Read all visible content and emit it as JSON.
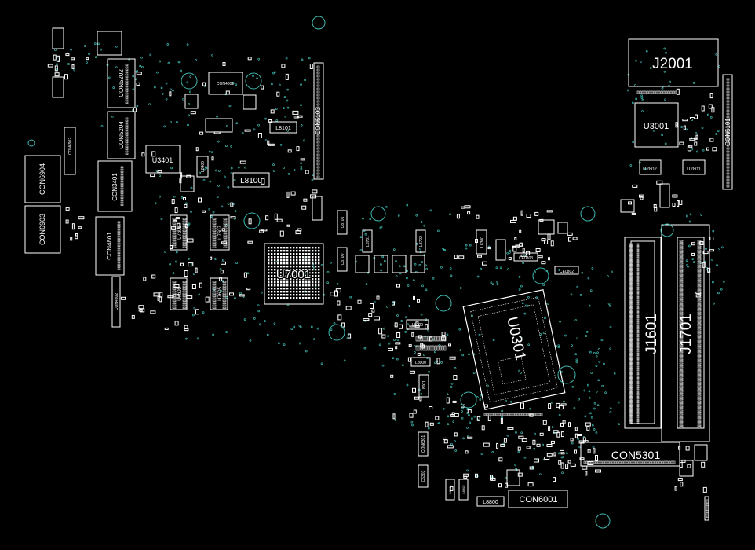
{
  "colors": {
    "background": "#000000",
    "outline": "#ffffff",
    "via": "#3fb8b0",
    "text": "#ffffff"
  },
  "components": {
    "j2001": "J2001",
    "u3001": "U3001",
    "u2802": "U2802",
    "u2801": "U2801",
    "con5101": "CON5101",
    "j1601": "J1601",
    "j1701": "J1701",
    "con5301": "CON5301",
    "con6001": "CON6001",
    "l8800": "L8800",
    "u0301": "U0301",
    "u7001": "U7001",
    "con5103": "CON5103",
    "l8101": "L8101",
    "l8100": "L8100",
    "con4001": "CON4001",
    "u3401": "U3401",
    "con5202": "CON5202",
    "con5204": "CON5204",
    "con3401": "CON3401",
    "con4801": "CON4801",
    "con4802": "CON4802",
    "con6904": "CON6904",
    "con6903": "CON6903",
    "con6902": "CON6902",
    "u7608": "U7608",
    "u7607": "U7607",
    "u7606": "U7606",
    "u7605": "U7605",
    "l8400": "L8400",
    "l8701": "L8701",
    "l8702": "L8702",
    "l8300": "L8300",
    "l8200": "L8200",
    "c8700": "C8700",
    "c8706": "C8706",
    "l8001": "L8001",
    "l8000": "L8000",
    "ce0803": "CE0803",
    "ce0802": "CE0802",
    "l8601": "L8601",
    "l8602": "L8602",
    "c6303": "C6303",
    "con6301": "CON6301"
  }
}
